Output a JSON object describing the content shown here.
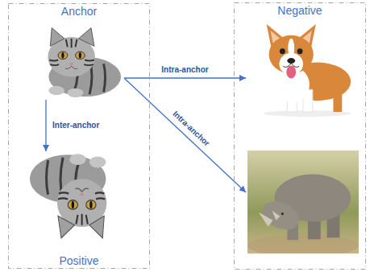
{
  "diagram": {
    "nodes": [
      {
        "text": [
          "Anchor",
          "Positive"
        ]
      },
      {
        "text": [],
        "in": 0
      },
      {
        "text": [],
        "in": 0
      },
      {
        "text": [
          "Negative"
        ]
      },
      {
        "text": [],
        "in": 3
      },
      {
        "text": [],
        "in": 3
      }
    ],
    "edges": [
      {
        "from": 1,
        "to": 2,
        "arrow": "to",
        "label": "Inter-anchor"
      },
      {
        "from": 1,
        "to": 4,
        "arrow": "to",
        "label": "Intra-anchor"
      },
      {
        "from": 1,
        "to": 5,
        "arrow": "to",
        "label": "Intra-anchor"
      }
    ]
  }
}
